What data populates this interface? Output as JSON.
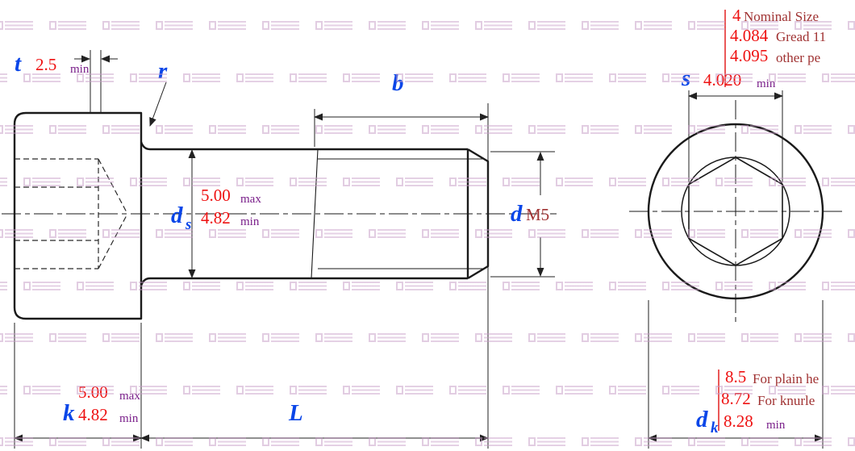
{
  "colors": {
    "symbol_blue": "#0a46e8",
    "value_red": "#ee1111",
    "qualifier_purple": "#7a1f8a",
    "note_maroon": "#a03232"
  },
  "side_view": {
    "t": {
      "sym": "t",
      "val": "2.5",
      "qual": "min"
    },
    "r": {
      "sym": "r"
    },
    "b": {
      "sym": "b"
    },
    "ds": {
      "sym": "d",
      "sub": "s",
      "max_val": "5.00",
      "max_qual": "max",
      "min_val": "4.82",
      "min_qual": "min"
    },
    "d": {
      "sym": "d",
      "val": "M5"
    },
    "k": {
      "sym": "k",
      "max_val": "5.00",
      "max_qual": "max",
      "min_val": "4.82",
      "min_qual": "min"
    },
    "L": {
      "sym": "L"
    }
  },
  "end_view": {
    "s": {
      "sym": "s",
      "nominal_val": "4",
      "nominal_label": "Nominal Size",
      "grade_val": "4.084",
      "grade_label": "Gread 11",
      "other_val": "4.095",
      "other_label": "other pe",
      "min_val": "4.020",
      "min_qual": "min"
    },
    "dk": {
      "sym": "d",
      "sub": "k",
      "plain_val": "8.5",
      "plain_label": "For plain he",
      "knurled_val": "8.72",
      "knurled_label": "For knurle",
      "min_val": "8.28",
      "min_qual": "min"
    }
  }
}
